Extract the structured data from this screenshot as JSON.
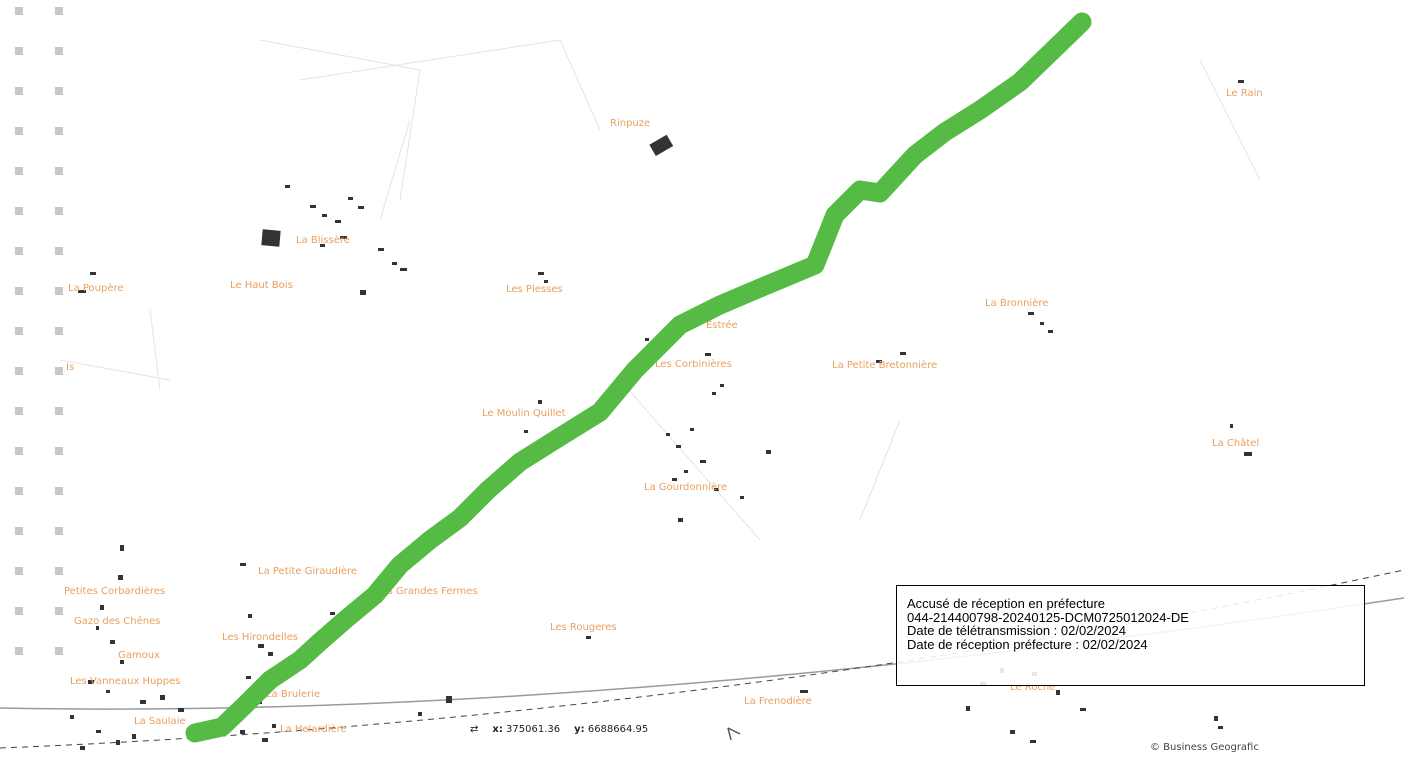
{
  "map": {
    "place_labels": [
      "Le Rain",
      "Rinpuze",
      "La Blissère",
      "Le Haut Bois",
      "La Poupère",
      "Les Plesses",
      "La Bronnière",
      "Estrée",
      "Les Corbinières",
      "La Petite Bretonnière",
      "Is",
      "Le Moulin Quillet",
      "La Châtel",
      "La Gourdonnière",
      "La Petite Giraudière",
      "Les Grandes Fermes",
      "Petites Corbardières",
      "Gazo des Chênes",
      "Les Hirondelles",
      "Les Rougeres",
      "Gamoux",
      "Les Vanneaux Huppes",
      "La Saulaie",
      "La Frenodière",
      "La Helardière",
      "Le Roche",
      "La Brulerie"
    ],
    "route_color": "#55bb44",
    "label_color": "#e8a060",
    "building_color": "#333333"
  },
  "stamp": {
    "line1": "Accusé de réception en préfecture",
    "line2": "044-214400798-20240125-DCM0725012024-DE",
    "line3": "Date de télétransmission : 02/02/2024",
    "line4": "Date de réception préfecture : 02/02/2024"
  },
  "coords": {
    "x_label": "x:",
    "x_value": "375061.36",
    "y_label": "y:",
    "y_value": "6688664.95"
  },
  "attribution": "© Business Geografic"
}
